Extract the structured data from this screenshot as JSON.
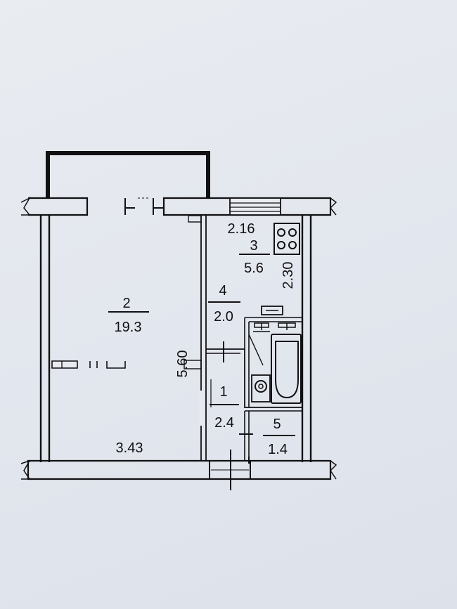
{
  "rooms": [
    {
      "number": "2",
      "area": "19.3"
    },
    {
      "number": "3",
      "area": "5.6"
    },
    {
      "number": "4",
      "area": "2.0"
    },
    {
      "number": "1",
      "area": "2.4"
    },
    {
      "number": "5",
      "area": "1.4"
    }
  ],
  "dimensions": {
    "room2_length": "5.60",
    "room2_width": "3.43",
    "kitchen_width": "2.16",
    "kitchen_length": "2.30"
  },
  "colors": {
    "ink": "#111111",
    "paper": "#e6e9ef"
  }
}
